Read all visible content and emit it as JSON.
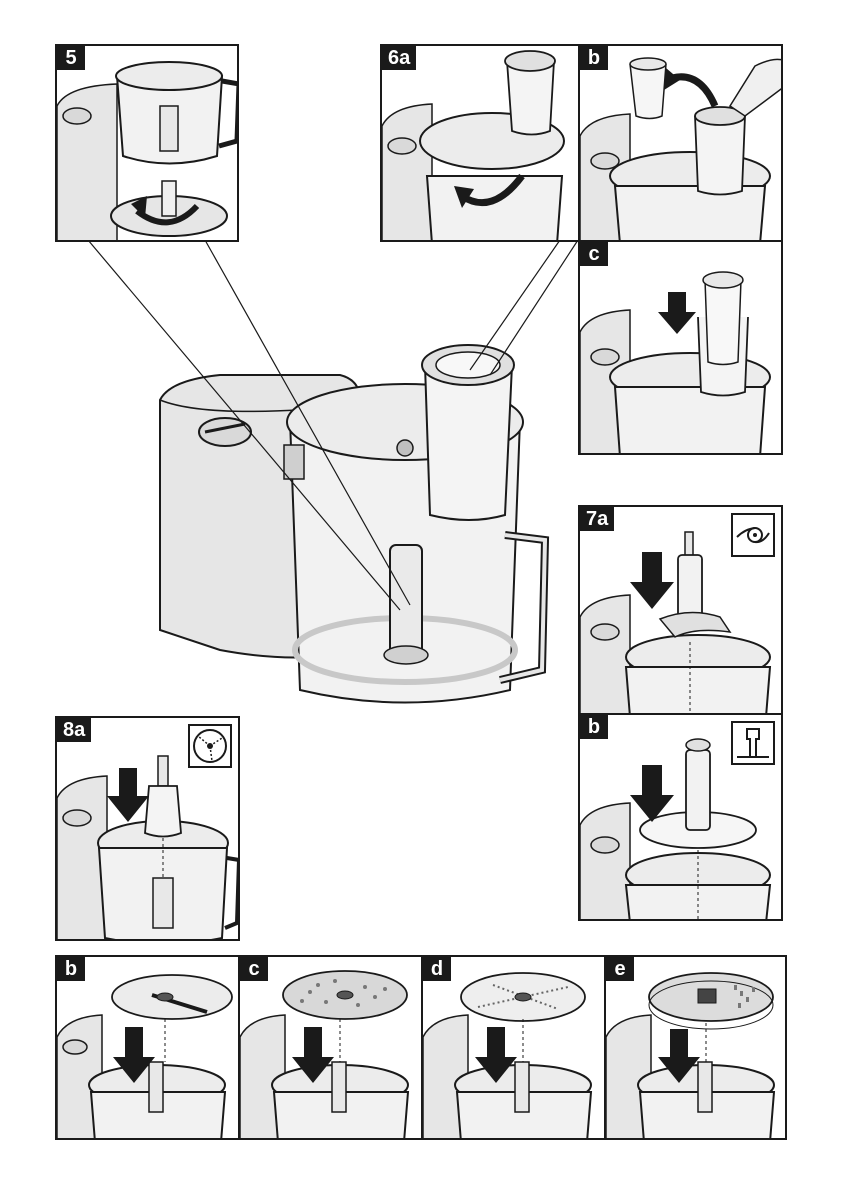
{
  "panels": {
    "p5": {
      "label": "5"
    },
    "p6a": {
      "label": "6a"
    },
    "p6b": {
      "label": "b"
    },
    "p6c": {
      "label": "c"
    },
    "p7a": {
      "label": "7a",
      "symbol": "knife-blade-icon"
    },
    "p7b": {
      "label": "b",
      "symbol": "emulsifying-disc-icon"
    },
    "p8a": {
      "label": "8a",
      "symbol": "disc-carrier-icon"
    },
    "p8b": {
      "label": "b"
    },
    "p8c": {
      "label": "c"
    },
    "p8d": {
      "label": "d"
    },
    "p8e": {
      "label": "e"
    }
  },
  "colors": {
    "outline": "#1a1a1a",
    "body_grey": "#e6e6e6",
    "bowl_tint": "#f2f2f2",
    "shadow_grey": "#c8c8c8",
    "arrow": "#1a1a1a"
  }
}
